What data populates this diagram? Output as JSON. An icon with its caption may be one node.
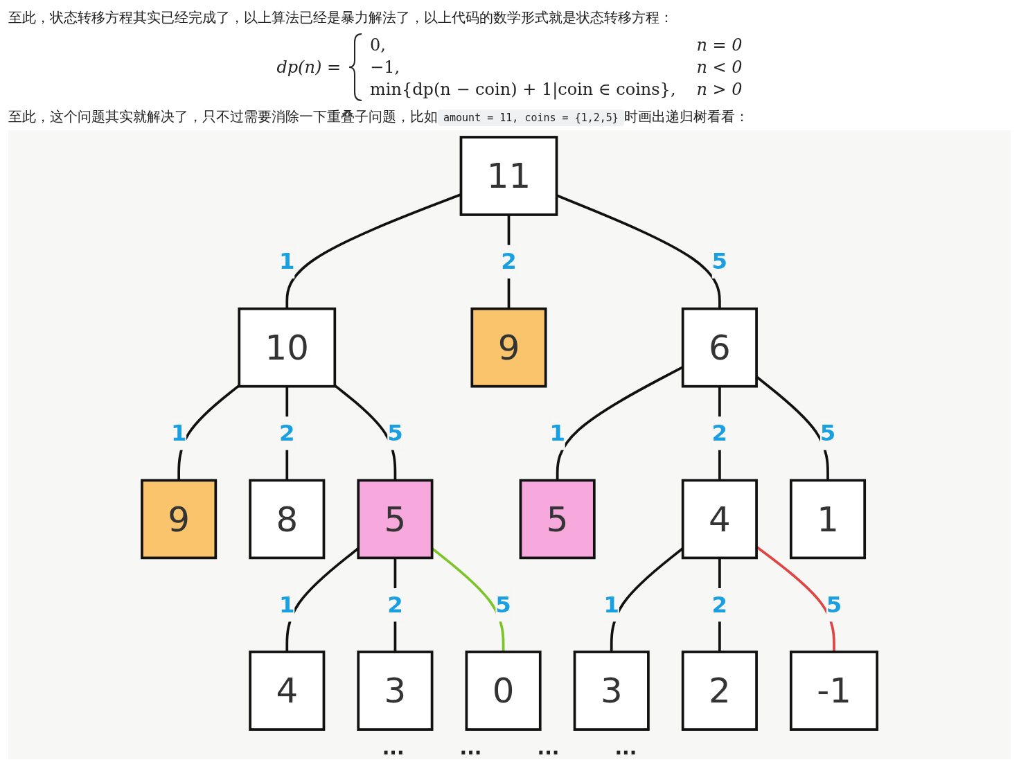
{
  "diagram": {
    "nodes": [
      {
        "text": [
          "11"
        ]
      },
      {
        "text": [
          "10"
        ]
      },
      {
        "text": [
          "9"
        ]
      },
      {
        "text": [
          "6"
        ]
      },
      {
        "text": [
          "9"
        ]
      },
      {
        "text": [
          "8"
        ]
      },
      {
        "text": [
          "5"
        ]
      },
      {
        "text": [
          "5"
        ]
      },
      {
        "text": [
          "4"
        ]
      },
      {
        "text": [
          "1"
        ]
      },
      {
        "text": [
          "4"
        ]
      },
      {
        "text": [
          "3"
        ]
      },
      {
        "text": [
          "0"
        ]
      },
      {
        "text": [
          "3"
        ]
      },
      {
        "text": [
          "2"
        ]
      },
      {
        "text": [
          "-1"
        ]
      }
    ],
    "edges": [
      {
        "from": 0,
        "to": 1,
        "arrow": "none",
        "label": "1"
      },
      {
        "from": 0,
        "to": 2,
        "arrow": "none",
        "label": "2"
      },
      {
        "from": 0,
        "to": 3,
        "arrow": "none",
        "label": "5"
      },
      {
        "from": 1,
        "to": 4,
        "arrow": "none",
        "label": "1"
      },
      {
        "from": 1,
        "to": 5,
        "arrow": "none",
        "label": "2"
      },
      {
        "from": 1,
        "to": 6,
        "arrow": "none",
        "label": "5"
      },
      {
        "from": 3,
        "to": 7,
        "arrow": "none",
        "label": "1"
      },
      {
        "from": 3,
        "to": 8,
        "arrow": "none",
        "label": "2"
      },
      {
        "from": 3,
        "to": 9,
        "arrow": "none",
        "label": "5"
      },
      {
        "from": 6,
        "to": 10,
        "arrow": "none",
        "label": "1"
      },
      {
        "from": 6,
        "to": 11,
        "arrow": "none",
        "label": "2"
      },
      {
        "from": 6,
        "to": 12,
        "arrow": "none",
        "label": "5",
        "color": "#7cc427"
      },
      {
        "from": 8,
        "to": 13,
        "arrow": "none",
        "label": "1"
      },
      {
        "from": 8,
        "to": 14,
        "arrow": "none",
        "label": "2"
      },
      {
        "from": 8,
        "to": 15,
        "arrow": "none",
        "label": "5",
        "color": "#e04545"
      }
    ],
    "labels": [
      "至此，状态转移方程其实已经完成了，以上算法已经是暴力解法了，以上代码的数学形式就是状态转移方程：",
      "dp(n) =",
      "0,",
      "n = 0",
      "−1,",
      "n < 0",
      "min{dp(n − coin) + 1|coin ∈ coins},",
      "n > 0",
      "至此，这个问题其实就解决了，只不过需要消除一下重叠子问题，比如",
      "amount = 11, coins = {1,2,5}",
      "时画出递归树看看：",
      "...",
      "...",
      "...",
      "..."
    ]
  }
}
